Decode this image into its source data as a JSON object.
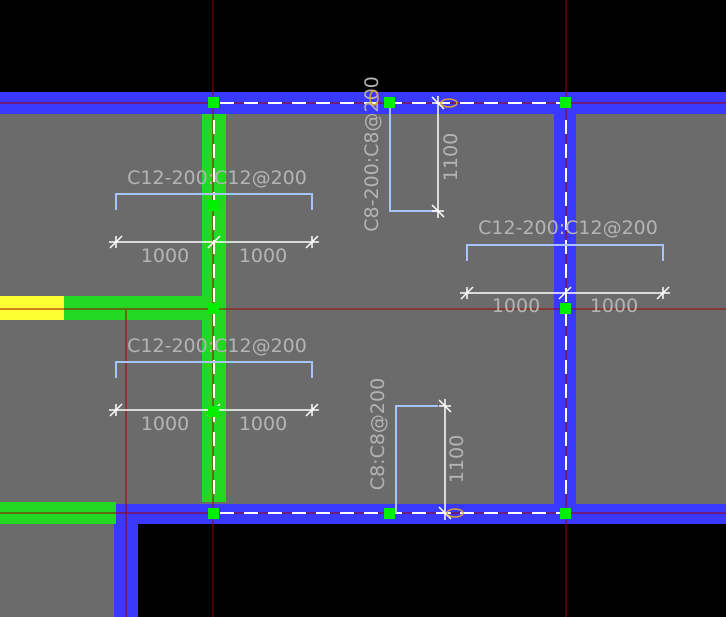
{
  "colors": {
    "background": "#000000",
    "slab": "#6b6b6b",
    "beam_blue": "#3a3aff",
    "beam_green": "#22d822",
    "beam_yellow": "#ffff33",
    "axis_line": "#a00000",
    "rebar": "#a8c4ff",
    "dimension": "#ffffff",
    "label_text": "#b4b4b4",
    "node": "#00ee00",
    "dashed": "#ffffff",
    "cursor_marker": "#e0a030"
  },
  "rebar_labels": {
    "top_left": "C12-200:C12@200",
    "mid_left": "C12-200:C12@200",
    "right": "C12-200:C12@200",
    "top_vertical": "C8-200:C8@200",
    "bottom_vertical": "C8:C8@200"
  },
  "dimensions": {
    "top_left_a": "1000",
    "top_left_b": "1000",
    "mid_left_a": "1000",
    "mid_left_b": "1000",
    "right_a": "1000",
    "right_b": "1000",
    "top_vertical": "1100",
    "bottom_vertical": "1100"
  }
}
